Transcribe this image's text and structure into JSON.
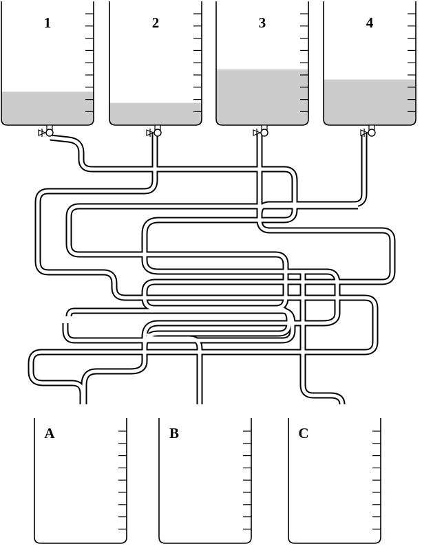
{
  "colors": {
    "outline": "#000000",
    "liquid": "#cccccc",
    "background": "#ffffff"
  },
  "source_containers": [
    {
      "label": "1",
      "fill_fraction": 0.3
    },
    {
      "label": "2",
      "fill_fraction": 0.2
    },
    {
      "label": "3",
      "fill_fraction": 0.5
    },
    {
      "label": "4",
      "fill_fraction": 0.41
    }
  ],
  "target_containers": [
    {
      "label": "A"
    },
    {
      "label": "B"
    },
    {
      "label": "C"
    }
  ]
}
